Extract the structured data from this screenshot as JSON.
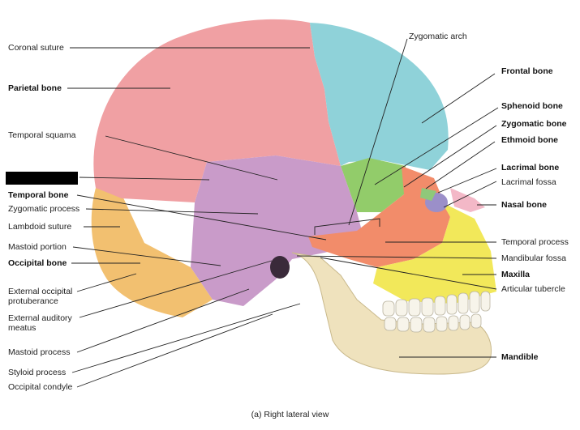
{
  "left_labels": {
    "coronal_suture": "Coronal suture",
    "parietal_bone": "Parietal bone",
    "temporal_squama": "Temporal squama",
    "temporal_bone": "Temporal bone",
    "zygomatic_process": "Zygomatic process",
    "lambdoid_suture": "Lambdoid suture",
    "mastoid_portion": "Mastoid portion",
    "occipital_bone": "Occipital bone",
    "ext_occ_line1": "External occipital",
    "ext_occ_line2": "protuberance",
    "ext_aud_line1": "External auditory",
    "ext_aud_line2": "meatus",
    "mastoid_process": "Mastoid process",
    "styloid_process": "Styloid process",
    "occipital_condyle": "Occipital condyle"
  },
  "right_labels": {
    "zygomatic_arch": "Zygomatic arch",
    "frontal_bone": "Frontal bone",
    "sphenoid_bone": "Sphenoid bone",
    "zygomatic_bone": "Zygomatic bone",
    "ethmoid_bone": "Ethmoid bone",
    "lacrimal_bone": "Lacrimal bone",
    "lacrimal_fossa": "Lacrimal fossa",
    "nasal_bone": "Nasal bone",
    "temporal_process": "Temporal process",
    "mandibular_fossa": "Mandibular fossa",
    "maxilla": "Maxilla",
    "articular_tubercle": "Articular tubercle",
    "mandible": "Mandible"
  },
  "caption": "(a) Right lateral view",
  "colors": {
    "parietal": "#f0a0a3",
    "frontal": "#8fd2d9",
    "temporal": "#c99bc9",
    "occipital": "#f2c070",
    "sphenoid": "#92cc6a",
    "zygomatic": "#f28c6a",
    "maxilla": "#f2e85a",
    "mandible": "#efe2bd",
    "nasal": "#f3b8c7",
    "lacrimal": "#9b8fc9",
    "ethmoid": "#8fc87a",
    "redaction": "#000000"
  }
}
